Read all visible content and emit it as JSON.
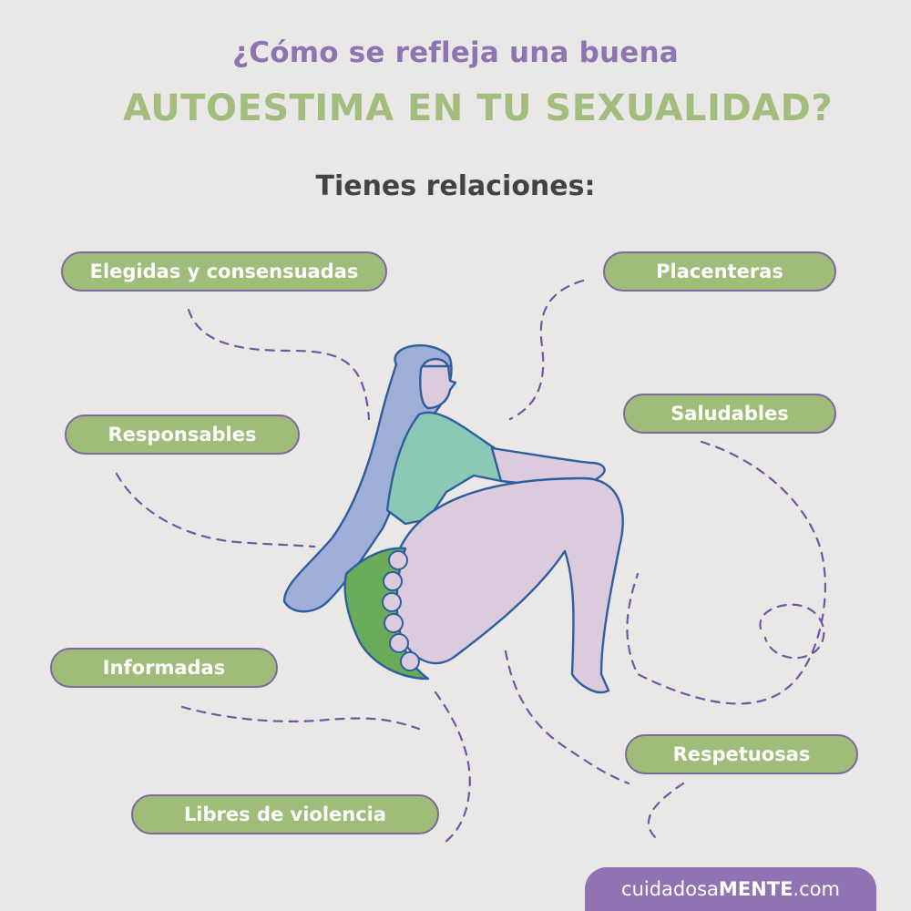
{
  "title": {
    "line1": "¿Cómo se refleja una buena",
    "line2": "AUTOESTIMA EN TU SEXUALIDAD?"
  },
  "subtitle": "Tienes relaciones:",
  "items": [
    "Elegidas y consensuadas",
    "Placenteras",
    "Responsables",
    "Saludables",
    "Informadas",
    "Respetuosas",
    "Libres de violencia"
  ],
  "brand": {
    "prefix": "cuidadosa",
    "emphasis": "MENTE",
    "suffix": ".com"
  },
  "colors": {
    "background": "#e9e8e6",
    "title_purple": "#8e74b0",
    "title_green": "#a2bd7d",
    "pill_fill": "#9fbc78",
    "pill_border": "#7b6a9c",
    "dash_line": "#6b5aa0",
    "brand_bg": "#8f73b3"
  }
}
